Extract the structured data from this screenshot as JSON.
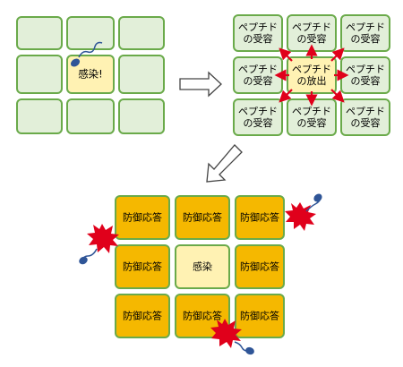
{
  "colors": {
    "green_fill": "#e2efd9",
    "green_border": "#6aaa4a",
    "yellow_fill": "#fff2b3",
    "orange_fill": "#f5b800",
    "red": "#e0001b",
    "bacteria_blue": "#2f5597"
  },
  "grid1": {
    "center_label": "感染!"
  },
  "grid2": {
    "receptor_label": "ペプチド\nの受容",
    "center_label": "ペプチド\nの放出"
  },
  "grid3": {
    "defense_label": "防御応答",
    "center_label": "感染"
  },
  "icons": [
    "bacteria-icon",
    "explosion-icon",
    "arrow-right-icon",
    "arrow-down-left-icon"
  ]
}
